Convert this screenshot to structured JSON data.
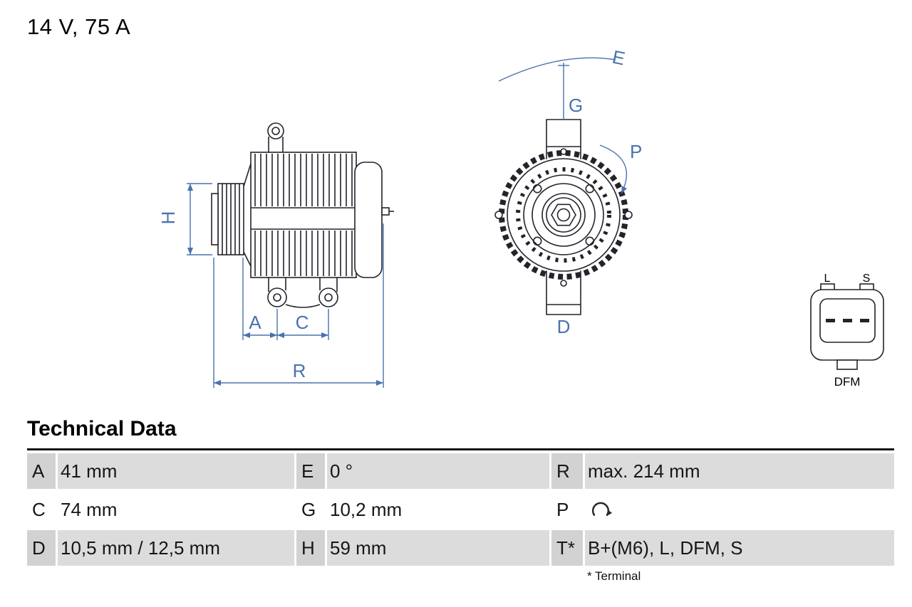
{
  "header": {
    "title": "14 V, 75 A"
  },
  "diagram": {
    "labels": {
      "H": "H",
      "A": "A",
      "C": "C",
      "R": "R",
      "E": "E",
      "G": "G",
      "P": "P",
      "D": "D"
    },
    "connector": {
      "pin_left": "L",
      "pin_right": "S",
      "name": "DFM"
    }
  },
  "technical_data": {
    "heading": "Technical Data",
    "rows": [
      {
        "c1k": "A",
        "c1v": "41 mm",
        "c2k": "E",
        "c2v": "0 °",
        "c3k": "R",
        "c3v": "max. 214 mm"
      },
      {
        "c1k": "C",
        "c1v": "74 mm",
        "c2k": "G",
        "c2v": "10,2 mm",
        "c3k": "P",
        "c3v": "",
        "c3icon": "rotation-direction-icon"
      },
      {
        "c1k": "D",
        "c1v": "10,5 mm / 12,5 mm",
        "c2k": "H",
        "c2v": "59 mm",
        "c3k": "T*",
        "c3v": "B+(M6), L, DFM, S"
      }
    ],
    "footnote": "* Terminal"
  },
  "colors": {
    "dimension_blue": "#4a72ad",
    "drawing_line": "#23232b",
    "table_row_gray": "#dcdcdc"
  }
}
